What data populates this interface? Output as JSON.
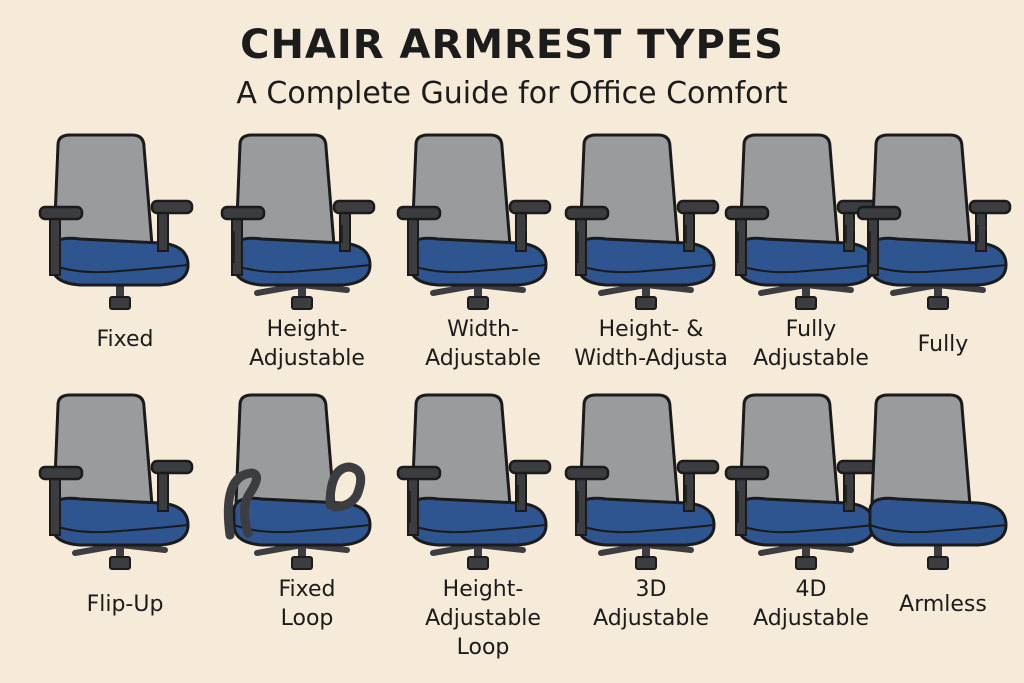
{
  "title": "CHAIR ARMREST TYPES",
  "subtitle": "A Complete Guide for Office Comfort",
  "colors": {
    "background": "#f6ead9",
    "backrest": "#9a9b9d",
    "seat": "#2f5590",
    "frame": "#3b3d40",
    "outline": "#1b1b1b"
  },
  "row1": [
    {
      "label_lines": [
        "Fixed"
      ],
      "arm": "fixed"
    },
    {
      "label_lines": [
        "Height-",
        "Adjustable"
      ],
      "arm": "height"
    },
    {
      "label_lines": [
        "Width-",
        "Adjustable"
      ],
      "arm": "width"
    },
    {
      "label_lines": [
        "Height- &",
        "Width-Adjusta"
      ],
      "arm": "height"
    },
    {
      "label_lines": [
        "Fully",
        "Adjustable"
      ],
      "arm": "full"
    },
    {
      "label_lines": [
        "Fully"
      ],
      "arm": "full"
    }
  ],
  "row2": [
    {
      "label_lines": [
        "Flip-Up"
      ],
      "arm": "flip"
    },
    {
      "label_lines": [
        "Fixed",
        "Loop"
      ],
      "arm": "loop"
    },
    {
      "label_lines": [
        "Height-",
        "Adjustable",
        "Loop"
      ],
      "arm": "height"
    },
    {
      "label_lines": [
        "3D",
        "Adjustable"
      ],
      "arm": "full"
    },
    {
      "label_lines": [
        "4D",
        "Adjustable"
      ],
      "arm": "full"
    },
    {
      "label_lines": [
        "Armless"
      ],
      "arm": "none"
    }
  ]
}
